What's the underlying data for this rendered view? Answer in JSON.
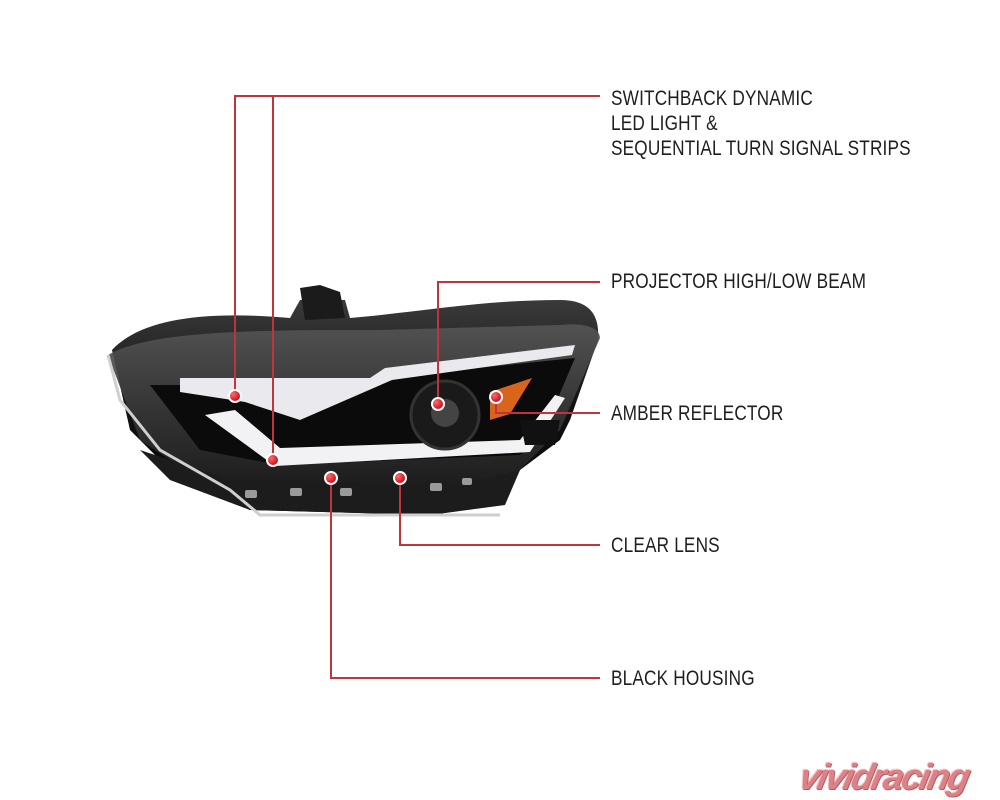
{
  "callouts": {
    "switchback": [
      "SWITCHBACK DYNAMIC",
      "LED LIGHT &",
      "SEQUENTIAL TURN SIGNAL STRIPS"
    ],
    "projector": "PROJECTOR HIGH/LOW BEAM",
    "amber": "AMBER REFLECTOR",
    "clear_lens": "CLEAR LENS",
    "black_housing": "BLACK HOUSING"
  },
  "logo": "vividracing",
  "colors": {
    "callout_line": "#c0353c",
    "dot": "#d0101c",
    "text": "#1e1e1e"
  }
}
